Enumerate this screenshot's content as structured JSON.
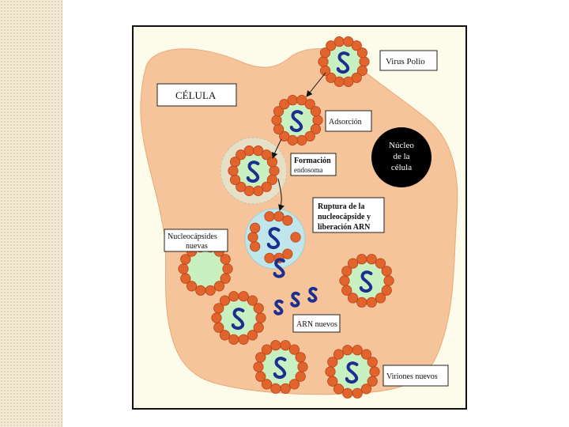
{
  "labels": {
    "virus": "Virus Polio",
    "cell": "CÉLULA",
    "adsorption": "Adsorción",
    "nucleus_line1": "Núcleo",
    "nucleus_line2": "de la",
    "nucleus_line3": "célula",
    "endosome_line1": "Formación",
    "endosome_line2": "endosoma",
    "rupture_line1": "Ruptura de la",
    "rupture_line2": "nucleocápside y",
    "rupture_line3": "liberación ARN",
    "new_nucleocapsids_line1": "Nucleocápsides",
    "new_nucleocapsids_line2": "nuevas",
    "new_rna": "ARN nuevos",
    "new_virions": "Viriones nuevos"
  },
  "colors": {
    "cell_fill": "#f6c49b",
    "capsid": "#e0642c",
    "capsid_outline": "#b8431b",
    "rna": "#1b2f8f",
    "green_core": "#c8f0c0",
    "endosome": "#e7dfc6",
    "vesicle": "#bfe6ea",
    "nucleus": "#000000"
  }
}
